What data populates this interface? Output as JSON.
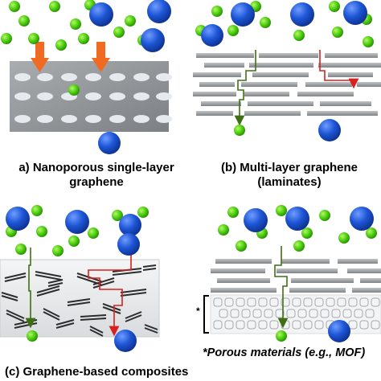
{
  "panel_a": {
    "caption_line1": "a)  Nanoporous single-layer",
    "caption_line2": "graphene"
  },
  "panel_b": {
    "caption_line1": "(b)  Multi-layer graphene",
    "caption_line2": "(laminates)"
  },
  "panel_c": {
    "caption": "(c)  Graphene-based composites"
  },
  "panel_d": {
    "caption": "*Porous materials (e.g., MOF)",
    "marker": "*"
  },
  "colors": {
    "green_ion": "#4cd10e",
    "blue_ion": "#1e56d6",
    "sheet": "#8f9396",
    "pore": "#e6eaee",
    "arrow_orange": "#f06a22",
    "path_green": "#3f6f12",
    "path_red": "#d8201e",
    "composite_bg": "#eceeef"
  },
  "icons": [
    "green-small-ion",
    "blue-large-ion",
    "orange-down-arrow",
    "green-path-arrow",
    "red-path-arrow"
  ]
}
